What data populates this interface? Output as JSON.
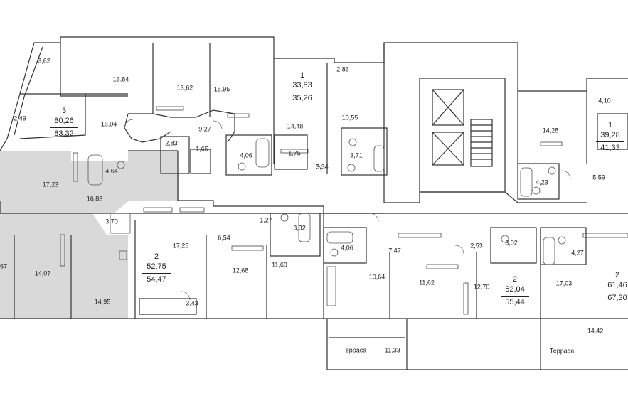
{
  "rooms": [
    {
      "id": "r1",
      "label": "3,62"
    },
    {
      "id": "r2",
      "label": "16,84"
    },
    {
      "id": "r3",
      "label": "13,62"
    },
    {
      "id": "r4",
      "label": "15,95"
    },
    {
      "id": "r5",
      "label": "2,86"
    },
    {
      "id": "r6",
      "label": "16,04"
    },
    {
      "id": "r7",
      "label": "2,49"
    },
    {
      "id": "r8",
      "label": "9,27"
    },
    {
      "id": "r9",
      "label": "2,83"
    },
    {
      "id": "r10",
      "label": "1,65"
    },
    {
      "id": "r11",
      "label": "14,48"
    },
    {
      "id": "r12",
      "label": "10,55"
    },
    {
      "id": "r13",
      "label": "4,06"
    },
    {
      "id": "r14",
      "label": "1,75"
    },
    {
      "id": "r15",
      "label": "3,71"
    },
    {
      "id": "r16",
      "label": "3,34"
    },
    {
      "id": "r17",
      "label": "4,10"
    },
    {
      "id": "r18",
      "label": "14,28"
    },
    {
      "id": "r19",
      "label": "4,23"
    },
    {
      "id": "r20",
      "label": "5,59"
    },
    {
      "id": "r21",
      "label": "4,64"
    },
    {
      "id": "r22",
      "label": "17,23"
    },
    {
      "id": "r23",
      "label": "16,83"
    },
    {
      "id": "r24",
      "label": "3,70"
    },
    {
      "id": "r25",
      "label": "1,27"
    },
    {
      "id": "r26",
      "label": "3,32"
    },
    {
      "id": "r27",
      "label": "6,54"
    },
    {
      "id": "r28",
      "label": "17,25"
    },
    {
      "id": "r29",
      "label": "12,68"
    },
    {
      "id": "r30",
      "label": "11,69"
    },
    {
      "id": "r31",
      "label": "4,06"
    },
    {
      "id": "r32",
      "label": "7,47"
    },
    {
      "id": "r33",
      "label": "2,53"
    },
    {
      "id": "r34",
      "label": "3,02"
    },
    {
      "id": "r35",
      "label": "4,27"
    },
    {
      "id": "r36",
      "label": "14,07"
    },
    {
      "id": "r37",
      "label": "67"
    },
    {
      "id": "r38",
      "label": "10,64"
    },
    {
      "id": "r39",
      "label": "11,62"
    },
    {
      "id": "r40",
      "label": "12,70"
    },
    {
      "id": "r41",
      "label": "17,03"
    },
    {
      "id": "r42",
      "label": "14,95"
    },
    {
      "id": "r43",
      "label": "3,43"
    },
    {
      "id": "r44",
      "label": "14,42"
    },
    {
      "id": "r45",
      "label": "Терраса"
    },
    {
      "id": "r46",
      "label": "11,33"
    },
    {
      "id": "r47",
      "label": "Терраса"
    }
  ],
  "apartments": [
    {
      "id": "a1",
      "rooms": "3",
      "living": "80,26",
      "total": "83,32"
    },
    {
      "id": "a2",
      "rooms": "1",
      "living": "33,83",
      "total": "35,26"
    },
    {
      "id": "a3",
      "rooms": "1",
      "living": "39,28",
      "total": "41,33"
    },
    {
      "id": "a4",
      "rooms": "2",
      "living": "52,75",
      "total": "54,47"
    },
    {
      "id": "a5",
      "rooms": "2",
      "living": "52,04",
      "total": "55,44"
    },
    {
      "id": "a6",
      "rooms": "2",
      "living": "61,46",
      "total": "67,30"
    }
  ],
  "colors": {
    "wall": "#333333",
    "highlight": "#d9d9d9",
    "fixture": "#555555"
  }
}
